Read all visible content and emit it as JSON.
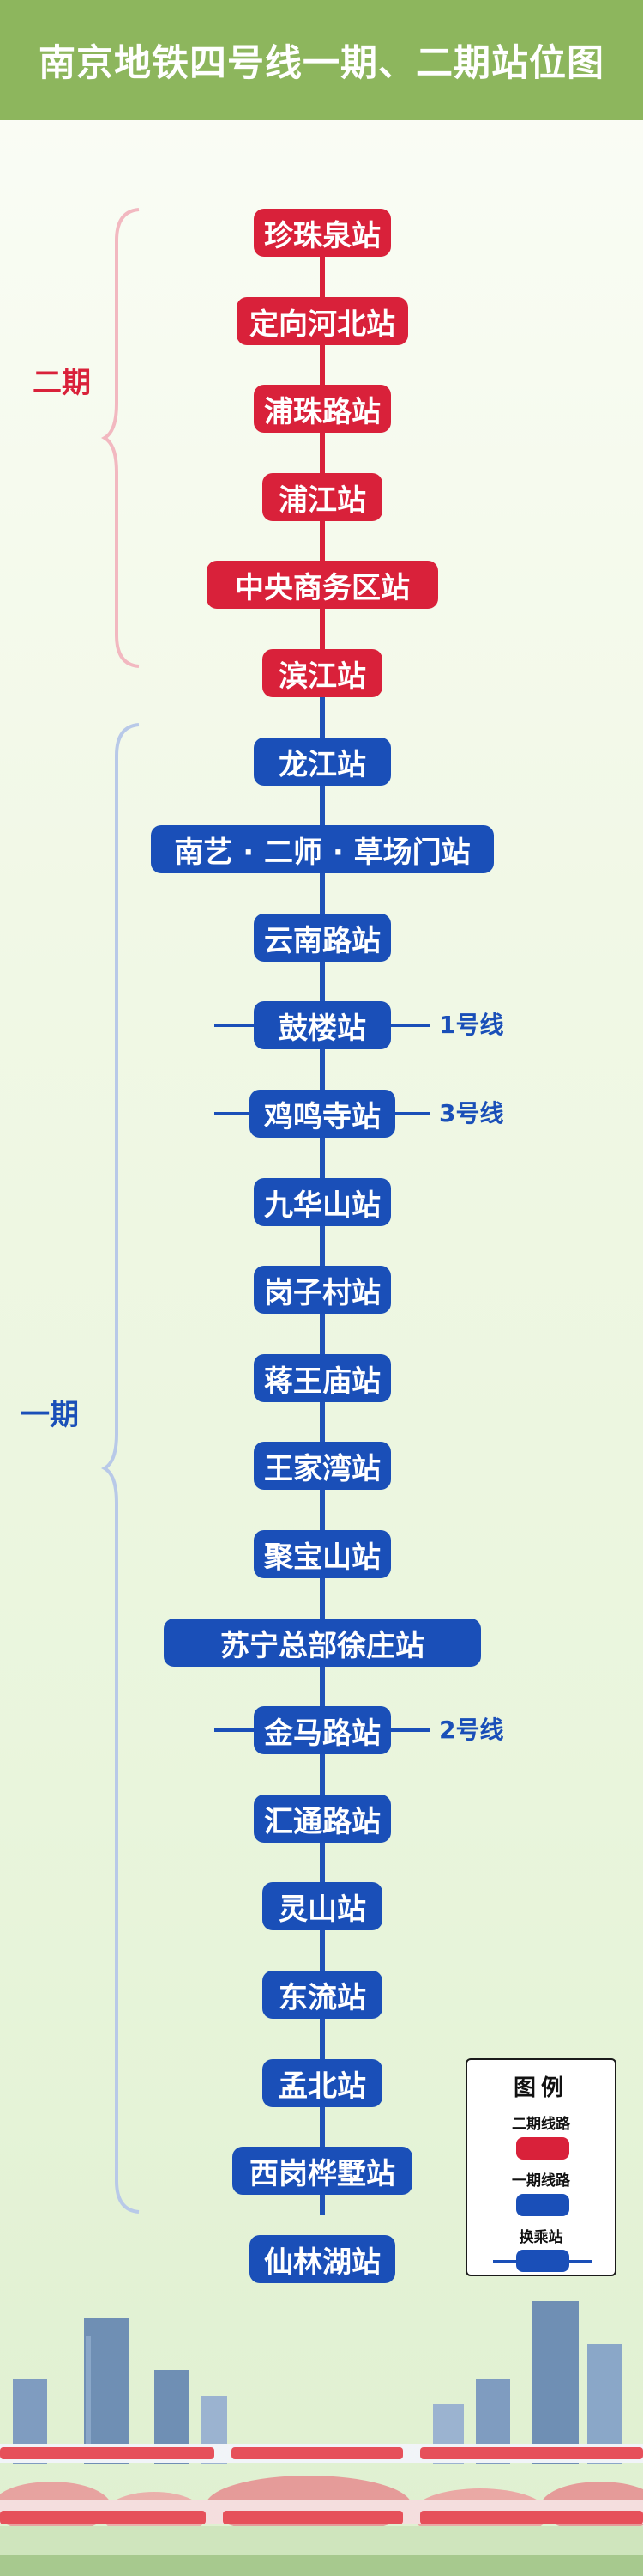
{
  "header": {
    "title": "南京地铁四号线一期、二期站位图"
  },
  "phases": {
    "phase2_label": "二期",
    "phase1_label": "一期"
  },
  "stations": [
    {
      "name": "珍珠泉站",
      "phase": 2
    },
    {
      "name": "定向河北站",
      "phase": 2
    },
    {
      "name": "浦珠路站",
      "phase": 2
    },
    {
      "name": "浦江站",
      "phase": 2
    },
    {
      "name": "中央商务区站",
      "phase": 2
    },
    {
      "name": "滨江站",
      "phase": 2
    },
    {
      "name": "龙江站",
      "phase": 1
    },
    {
      "name": "南艺 · 二师 · 草场门站",
      "phase": 1
    },
    {
      "name": "云南路站",
      "phase": 1
    },
    {
      "name": "鼓楼站",
      "phase": 1,
      "transfer": "1号线"
    },
    {
      "name": "鸡鸣寺站",
      "phase": 1,
      "transfer": "3号线"
    },
    {
      "name": "九华山站",
      "phase": 1
    },
    {
      "name": "岗子村站",
      "phase": 1
    },
    {
      "name": "蒋王庙站",
      "phase": 1
    },
    {
      "name": "王家湾站",
      "phase": 1
    },
    {
      "name": "聚宝山站",
      "phase": 1
    },
    {
      "name": "苏宁总部徐庄站",
      "phase": 1
    },
    {
      "name": "金马路站",
      "phase": 1,
      "transfer": "2号线"
    },
    {
      "name": "汇通路站",
      "phase": 1
    },
    {
      "name": "灵山站",
      "phase": 1
    },
    {
      "name": "东流站",
      "phase": 1
    },
    {
      "name": "孟北站",
      "phase": 1
    },
    {
      "name": "西岗桦墅站",
      "phase": 1
    },
    {
      "name": "仙林湖站",
      "phase": 1
    }
  ],
  "legend": {
    "title": "图例",
    "phase2_line": "二期线路",
    "phase1_line": "一期线路",
    "transfer_station": "换乘站"
  },
  "colors": {
    "header_bg": "#8db65d",
    "phase2": "#d9213a",
    "phase1": "#1a4fb8"
  }
}
